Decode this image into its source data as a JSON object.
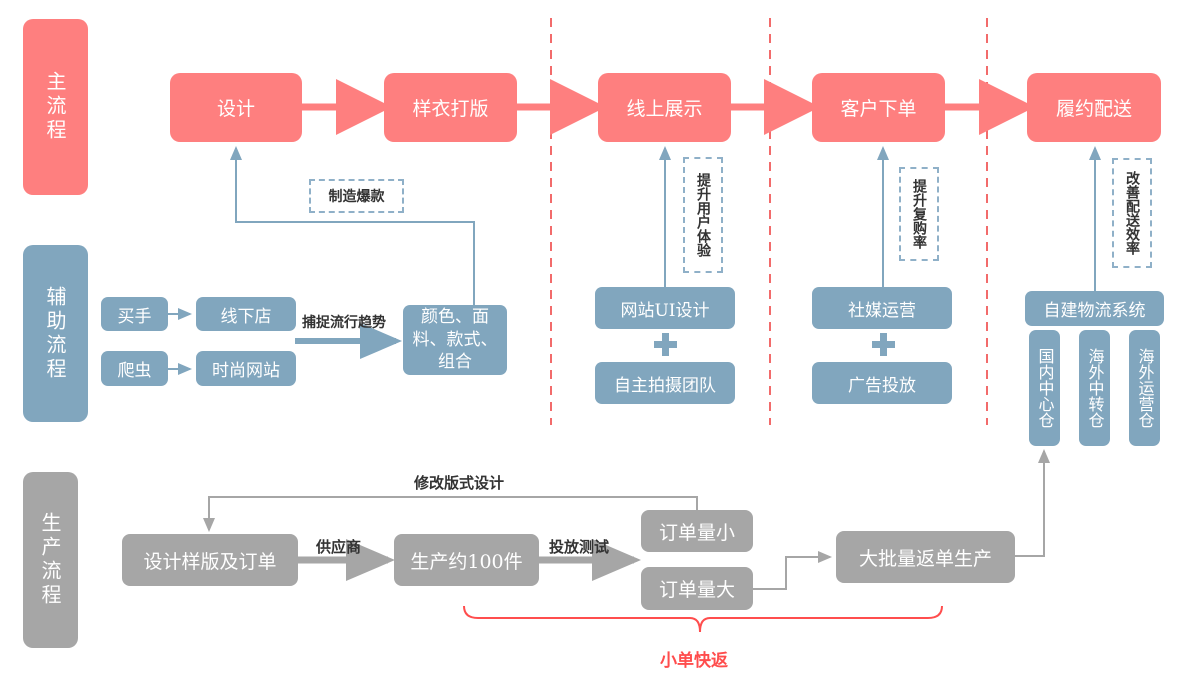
{
  "lanes": {
    "main": "主流程",
    "auxiliary": "辅助流程",
    "production": "生产流程"
  },
  "main_flow": [
    "设计",
    "样衣打版",
    "线上展示",
    "客户下单",
    "履约配送"
  ],
  "auxiliary": {
    "sources": [
      "买手",
      "爬虫"
    ],
    "channels": [
      "线下店",
      "时尚网站"
    ],
    "trend_label": "捕捉流行趋势",
    "trend_result": "颜色、面料、款式、组合",
    "hit_label": "制造爆款",
    "online": {
      "top": "网站UI设计",
      "bottom": "自主拍摄团队",
      "note": "提升用户体验"
    },
    "order": {
      "top": "社媒运营",
      "bottom": "广告投放",
      "note": "提升复购率"
    },
    "delivery": {
      "system": "自建物流系统",
      "warehouses": [
        "国内中心仓",
        "海外中转仓",
        "海外运营仓"
      ],
      "note": "改善配送效率"
    }
  },
  "production": {
    "steps": [
      "设计样版及订单",
      "生产约100件",
      "大批量返单生产"
    ],
    "outcomes": [
      "订单量小",
      "订单量大"
    ],
    "supplier_label": "供应商",
    "test_label": "投放测试",
    "revise_label": "修改版式设计",
    "bracket_label": "小单快返"
  },
  "colors": {
    "main": "#fe7f7f",
    "auxiliary": "#81a6be",
    "production": "#a6a6a6",
    "divider": "#f26b6b",
    "bracket": "#ff4d4d"
  }
}
